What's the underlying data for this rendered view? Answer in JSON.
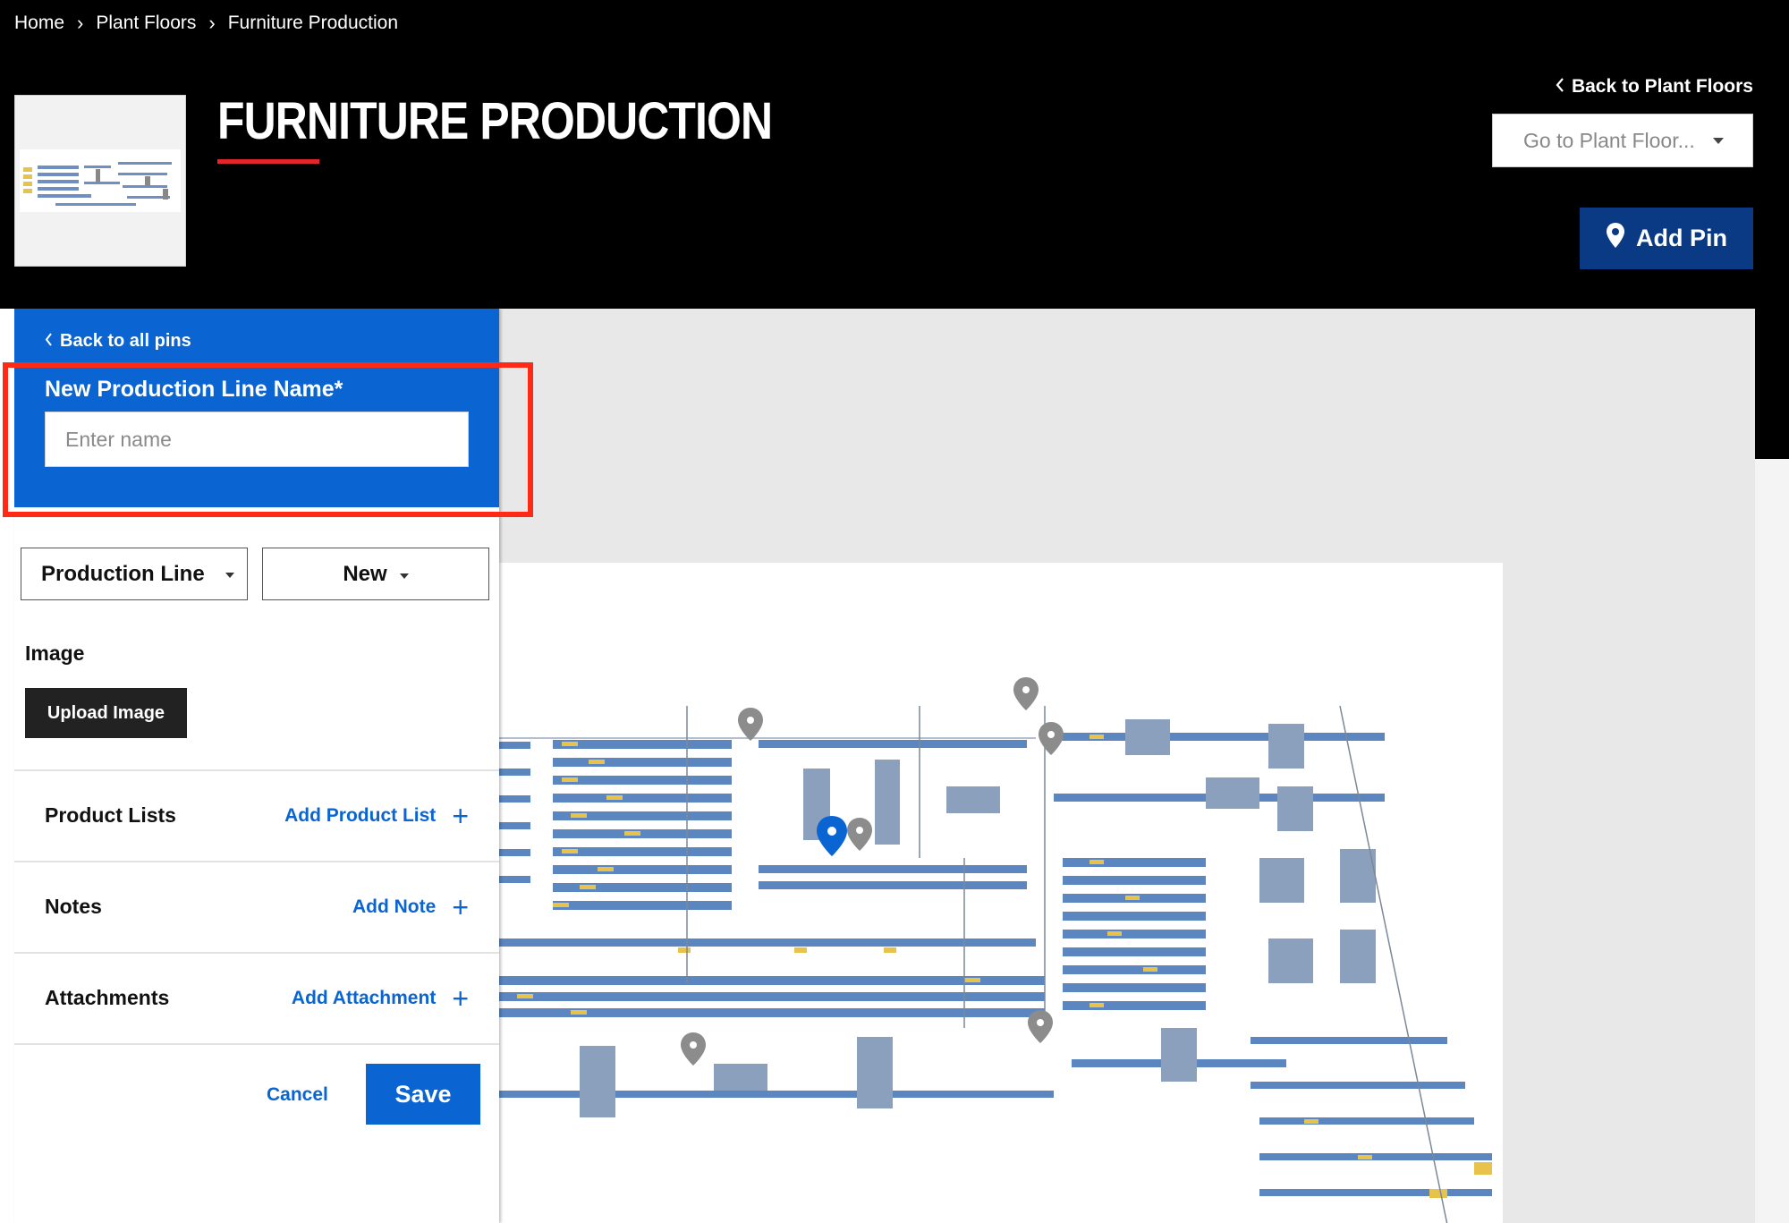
{
  "breadcrumb": {
    "items": [
      "Home",
      "Plant Floors",
      "Furniture Production"
    ],
    "separator": "›"
  },
  "header": {
    "title": "FURNITURE PRODUCTION",
    "back_link": "Back to Plant Floors",
    "floor_select_placeholder": "Go to Plant Floor...",
    "add_pin_label": "Add Pin"
  },
  "panel": {
    "back_link": "Back to all pins",
    "name_label": "New Production Line Name*",
    "name_placeholder": "Enter name",
    "name_value": "",
    "type_select": "Production Line",
    "status_select": "New",
    "image_label": "Image",
    "upload_label": "Upload Image",
    "sections": [
      {
        "label": "Product Lists",
        "action": "Add Product List"
      },
      {
        "label": "Notes",
        "action": "Add Note"
      },
      {
        "label": "Attachments",
        "action": "Add Attachment"
      }
    ],
    "cancel_label": "Cancel",
    "save_label": "Save"
  },
  "colors": {
    "header_bg": "#000000",
    "panel_blue": "#0a64d2",
    "add_pin_blue": "#0a3a84",
    "title_underline": "#e3262b",
    "highlight": "#ff2a16"
  },
  "icons": {
    "breadcrumb_separator": "chevron-right-icon",
    "back": "chevron-left-icon",
    "pin": "map-pin-icon",
    "add": "plus-icon",
    "dropdown": "caret-down-icon"
  }
}
